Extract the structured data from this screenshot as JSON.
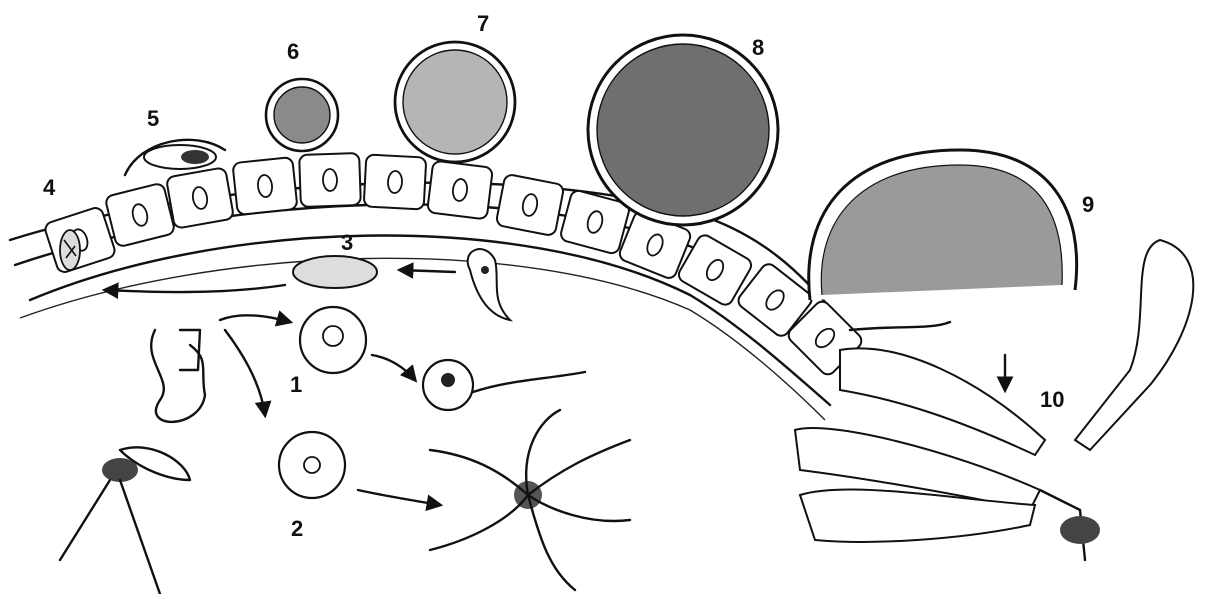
{
  "figure": {
    "labels": {
      "l1": "1",
      "l2": "2",
      "l3": "3",
      "l4": "4",
      "l5": "5",
      "l6": "6",
      "l7": "7",
      "l8": "8",
      "l9": "9",
      "l10": "10"
    },
    "colors": {
      "ink": "#111111",
      "paper": "#ffffff"
    }
  }
}
